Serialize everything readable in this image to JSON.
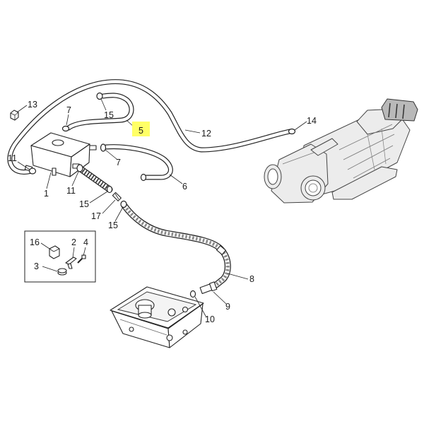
{
  "diagram": {
    "highlight_color": "#ffff66",
    "callouts": [
      "13",
      "7",
      "15",
      "5",
      "12",
      "14",
      "11",
      "1",
      "11",
      "7",
      "6",
      "15",
      "17",
      "15",
      "16",
      "2",
      "4",
      "3",
      "8",
      "9",
      "10"
    ]
  }
}
